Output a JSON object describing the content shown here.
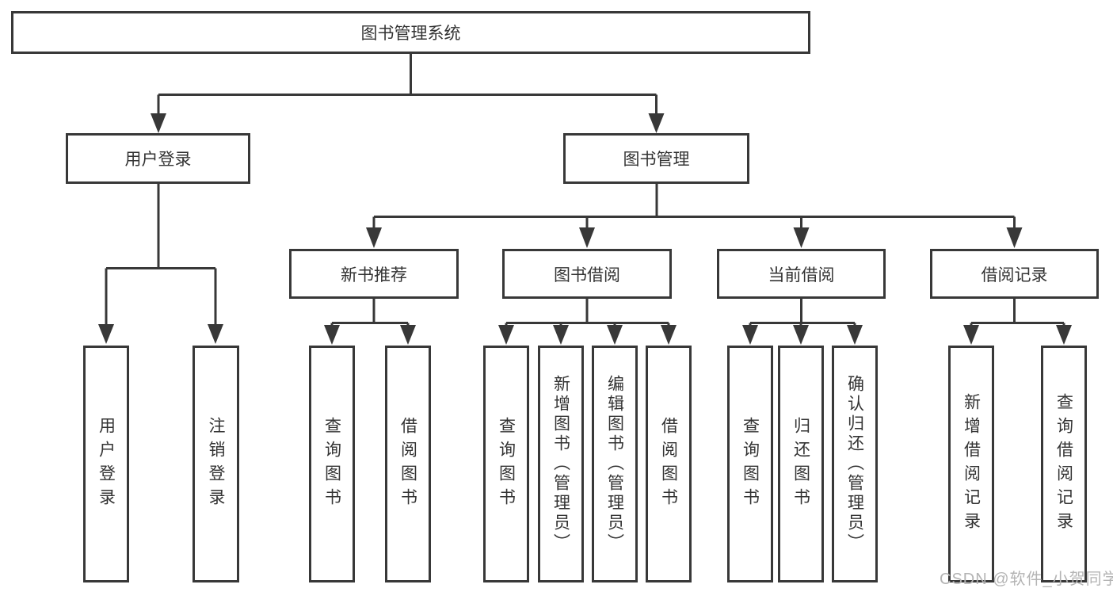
{
  "diagram_title": "图书管理系统",
  "colors": {
    "line": "#383838",
    "box_border": "#383838",
    "text": "#333333",
    "watermark": "#b4b4b4",
    "background": "#ffffff"
  },
  "tree": {
    "root": {
      "label": "图书管理系统"
    },
    "login": {
      "label": "用户登录",
      "leaves": [
        {
          "label": "用户登录"
        },
        {
          "label": "注销登录"
        }
      ]
    },
    "management": {
      "label": "图书管理",
      "groups": [
        {
          "label": "新书推荐",
          "leaves": [
            {
              "label": "查询图书"
            },
            {
              "label": "借阅图书"
            }
          ]
        },
        {
          "label": "图书借阅",
          "leaves": [
            {
              "label": "查询图书"
            },
            {
              "label": "新增图书（管理员）"
            },
            {
              "label": "编辑图书（管理员）"
            },
            {
              "label": "借阅图书"
            }
          ]
        },
        {
          "label": "当前借阅",
          "leaves": [
            {
              "label": "查询图书"
            },
            {
              "label": "归还图书"
            },
            {
              "label": "确认归还（管理员）"
            }
          ]
        },
        {
          "label": "借阅记录",
          "leaves": [
            {
              "label": "新增借阅记录"
            },
            {
              "label": "查询借阅记录"
            }
          ]
        }
      ]
    }
  },
  "watermark": {
    "text": "CSDN @软件_小贺同学"
  }
}
